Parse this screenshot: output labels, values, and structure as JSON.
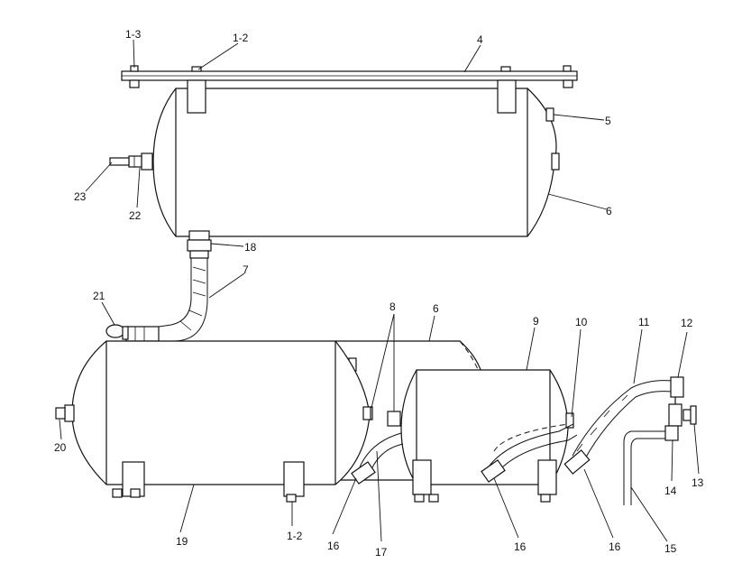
{
  "callouts": {
    "c1_3": "1-3",
    "c1_2_top": "1-2",
    "c4": "4",
    "c5": "5",
    "c6_top": "6",
    "c23": "23",
    "c22": "22",
    "c18": "18",
    "c7": "7",
    "c21": "21",
    "c8": "8",
    "c6_mid": "6",
    "c9": "9",
    "c10": "10",
    "c11": "11",
    "c12": "12",
    "c20": "20",
    "c13": "13",
    "c14": "14",
    "c19": "19",
    "c1_2_bottom": "1-2",
    "c16_a": "16",
    "c17": "17",
    "c16_b": "16",
    "c16_c": "16",
    "c15": "15"
  }
}
